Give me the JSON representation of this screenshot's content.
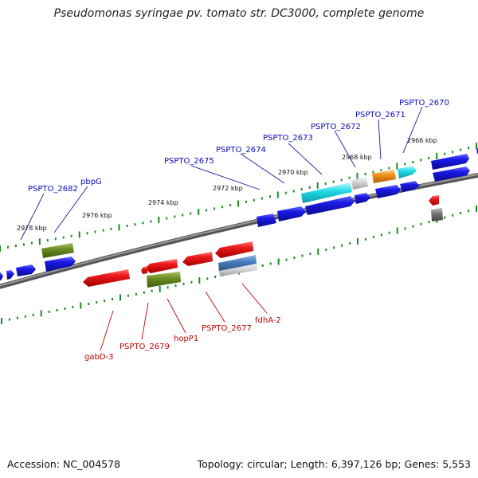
{
  "title": "Pseudomonas syringae pv. tomato str. DC3000, complete genome",
  "footer": {
    "accession": "Accession: NC_004578",
    "stats": "Topology: circular; Length: 6,397,126 bp; Genes: 5,553"
  },
  "kbp_labels": [
    "2966 kbp",
    "2968 kbp",
    "2970 kbp",
    "2972 kbp",
    "2974 kbp",
    "2976 kbp",
    "2978 kbp"
  ],
  "top_labels": [
    "PSPTO_2670",
    "PSPTO_2671",
    "PSPTO_2672",
    "PSPTO_2673",
    "PSPTO_2674",
    "PSPTO_2675",
    "PSPTO_2682",
    "pbpG"
  ],
  "bottom_labels": [
    "gabD-3",
    "PSPTO_2679",
    "hopP1",
    "PSPTO_2677",
    "fdhA-2"
  ],
  "colors": {
    "forward_gene": "#1a1ae6",
    "reverse_gene": "#e61a1a",
    "cyan_gene": "#22dde8",
    "orange_gene": "#f0901a",
    "olive_gene": "#6b8e23",
    "steelblue_gene": "#4a7fc0",
    "grey_gene": "#777777",
    "backbone": "#7a7a7a",
    "tick": "#1e8a1e"
  }
}
